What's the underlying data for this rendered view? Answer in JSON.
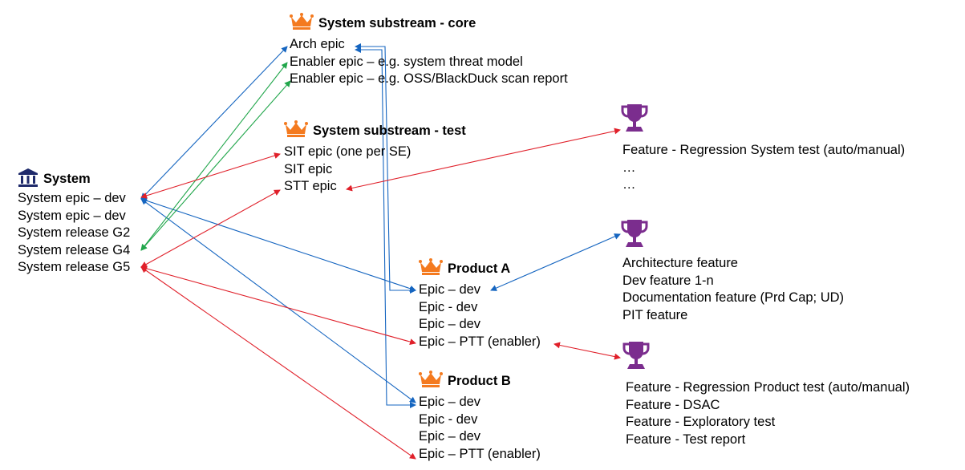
{
  "colors": {
    "crown": "#F47A1F",
    "trophy": "#7B2D8E",
    "bank": "#1F2A6B",
    "blue": "#1565C0",
    "green": "#21A64B",
    "red": "#E0202A"
  },
  "core": {
    "title": "System substream - core",
    "icon": "crown-icon",
    "items": [
      "Arch epic",
      "Enabler epic – e.g. system threat model",
      "Enabler epic – e.g. OSS/BlackDuck scan report"
    ]
  },
  "test": {
    "title": "System substream - test",
    "icon": "crown-icon",
    "items": [
      "SIT epic (one per SE)",
      "SIT epic",
      "STT epic"
    ]
  },
  "system": {
    "title": "System",
    "icon": "bank-icon",
    "items": [
      "System epic – dev",
      "System epic – dev",
      "System release G2",
      "System release G4",
      "System release G5"
    ]
  },
  "product_a": {
    "title": "Product A",
    "icon": "crown-icon",
    "items": [
      "Epic – dev",
      "Epic - dev",
      "Epic – dev",
      "Epic – PTT (enabler)"
    ]
  },
  "product_b": {
    "title": "Product B",
    "icon": "crown-icon",
    "items": [
      "Epic – dev",
      "Epic - dev",
      "Epic – dev",
      "Epic – PTT (enabler)"
    ]
  },
  "feat1": {
    "icon": "trophy-icon",
    "items": [
      "Feature - Regression System test  (auto/manual)",
      "…",
      "…"
    ]
  },
  "feat2": {
    "icon": "trophy-icon",
    "items": [
      "Architecture feature",
      "Dev feature 1-n",
      "Documentation feature (Prd Cap; UD)",
      "PIT feature"
    ]
  },
  "feat3": {
    "icon": "trophy-icon",
    "items": [
      "Feature - Regression Product test  (auto/manual)",
      "Feature - DSAC",
      "Feature - Exploratory test",
      "Feature - Test report"
    ]
  }
}
